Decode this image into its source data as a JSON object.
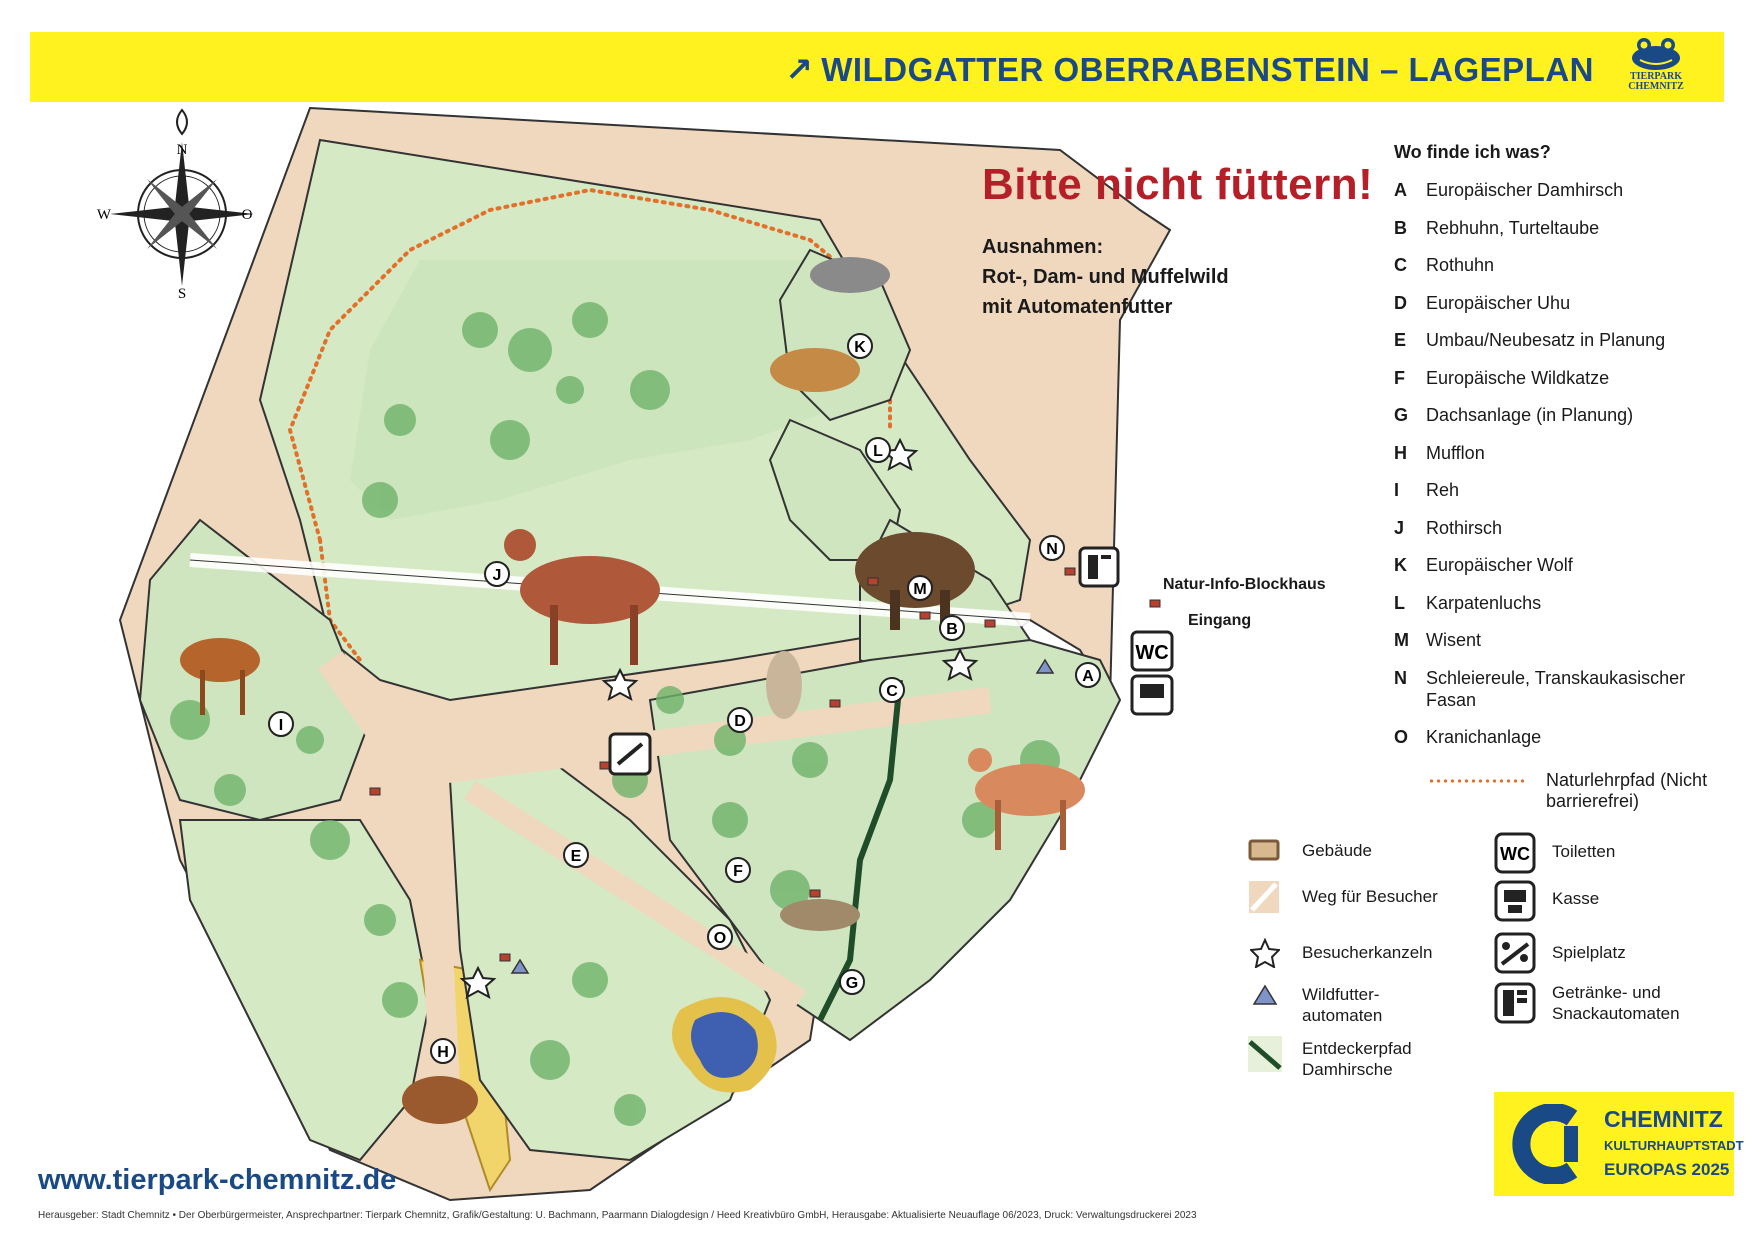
{
  "header": {
    "title": "WILDGATTER OBERRABENSTEIN – LAGEPLAN",
    "logo_text_1": "TIERPARK",
    "logo_text_2": "CHEMNITZ"
  },
  "compass": {
    "n": "N",
    "o": "O",
    "s": "S",
    "w": "W"
  },
  "notice": {
    "headline": "Bitte nicht füttern!",
    "exceptions": [
      "Ausnahmen:",
      "Rot-, Dam- und Muffelwild",
      "mit Automatenfutter"
    ]
  },
  "map_labels": {
    "info_house": "Natur-Info-Blockhaus",
    "entrance": "Eingang",
    "wc": "WC"
  },
  "map_markers": [
    "A",
    "B",
    "C",
    "D",
    "E",
    "F",
    "G",
    "H",
    "I",
    "J",
    "K",
    "L",
    "M",
    "N",
    "O"
  ],
  "legend": {
    "title": "Wo finde ich was?",
    "items": [
      {
        "key": "A",
        "text": "Europäischer Damhirsch"
      },
      {
        "key": "B",
        "text": "Rebhuhn, Turteltaube"
      },
      {
        "key": "C",
        "text": "Rothuhn"
      },
      {
        "key": "D",
        "text": "Europäischer Uhu"
      },
      {
        "key": "E",
        "text": "Umbau/Neubesatz in Planung"
      },
      {
        "key": "F",
        "text": "Europäische Wildkatze"
      },
      {
        "key": "G",
        "text": "Dachsanlage (in Planung)"
      },
      {
        "key": "H",
        "text": "Mufflon"
      },
      {
        "key": "I",
        "text": "Reh"
      },
      {
        "key": "J",
        "text": "Rothirsch"
      },
      {
        "key": "K",
        "text": "Europäischer Wolf"
      },
      {
        "key": "L",
        "text": "Karpatenluchs"
      },
      {
        "key": "M",
        "text": "Wisent"
      },
      {
        "key": "N",
        "text": "Schleiereule, Transkaukasischer Fasan"
      },
      {
        "key": "O",
        "text": "Kranichanlage"
      }
    ],
    "trail": "Naturlehrpfad (Nicht barrierefrei)"
  },
  "symbols": {
    "building": "Gebäude",
    "path": "Weg für Besucher",
    "viewpoint": "Besucherkanzeln",
    "feeder": "Wildfutter- automaten",
    "discovery": "Entdeckerpfad Damhirsche",
    "toilets": "Toiletten",
    "cash": "Kasse",
    "playground": "Spielplatz",
    "vending": "Getränke- und Snackautomaten",
    "wc_icon": "WC"
  },
  "footer": {
    "url": "www.tierpark-chemnitz.de",
    "imprint": "Herausgeber: Stadt Chemnitz • Der Oberbürgermeister, Ansprechpartner: Tierpark Chemnitz, Grafik/Gestaltung: U. Bachmann, Paarmann Dialogdesign / Heed Kreativbüro GmbH, Herausgabe: Aktualisierte Neuauflage 06/2023, Druck: Verwaltungsdruckerei 2023"
  },
  "culture_logo": {
    "line1": "CHEMNITZ",
    "line2": "KULTURHAUPTSTADT",
    "line3": "EUROPAS 2025"
  },
  "colors": {
    "banner": "#fff21f",
    "title_blue": "#1a4a86",
    "headline_red": "#b51f27",
    "meadow": "#cfe6bf",
    "path": "#f0d8bf",
    "trail": "#e3702a",
    "discovery": "#1f4d2a"
  }
}
